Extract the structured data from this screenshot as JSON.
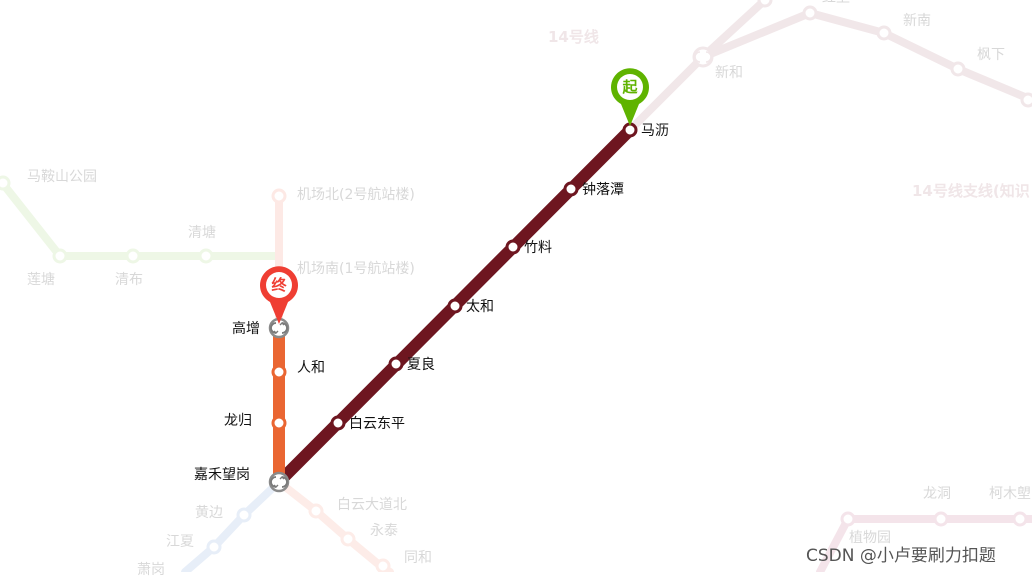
{
  "route": {
    "start_marker": {
      "label": "起",
      "color": "#5fb300"
    },
    "end_marker": {
      "label": "终",
      "color": "#ef3e33"
    }
  },
  "active_lines": [
    {
      "name": "line-14",
      "color": "#6e1620",
      "stations": [
        "马沥",
        "钟落潭",
        "竹料",
        "太和",
        "夏良",
        "白云东平",
        "嘉禾望岗"
      ]
    },
    {
      "name": "line-3",
      "color": "#ea6632",
      "stations": [
        "嘉禾望岗",
        "龙归",
        "人和",
        "高增"
      ]
    }
  ],
  "stations": {
    "malì": "马沥",
    "zhongluotan": "钟落潭",
    "zhuliao": "竹料",
    "taihe": "太和",
    "xialiang": "夏良",
    "baiyundongping": "白云东平",
    "jiahewanggang": "嘉禾望岗",
    "longgui": "龙归",
    "renhe": "人和",
    "gaozeng": "高增"
  },
  "faded": {
    "line_names": {
      "line14": "14号线",
      "line14_branch": "14号线支线(知识"
    },
    "stations": {
      "xinhe": "新和",
      "hongwei": "红卫",
      "xinnan": "新南",
      "fengxia": "枫下",
      "maanshan": "马鞍山公园",
      "liantang": "莲塘",
      "qingbu": "清布",
      "qingtang": "清塘",
      "airport_north": "机场北(2号航站楼)",
      "airport_south": "机场南(1号航站楼)",
      "baiyundadaobei": "白云大道北",
      "yongtai": "永泰",
      "tonghe": "同和",
      "huangbian": "黄边",
      "jiangxia": "江夏",
      "xiaogang": "萧岗",
      "longdong": "龙洞",
      "kemulang": "柯木塱",
      "zhiwuyuan": "植物园"
    },
    "colors": {
      "green": "#eef7e6",
      "pink": "#fde9e5",
      "mauve": "#f1e7e9",
      "blue": "#e7eef8",
      "rose": "#f4e4ea"
    }
  },
  "watermark": "CSDN @小卢要刷力扣题"
}
